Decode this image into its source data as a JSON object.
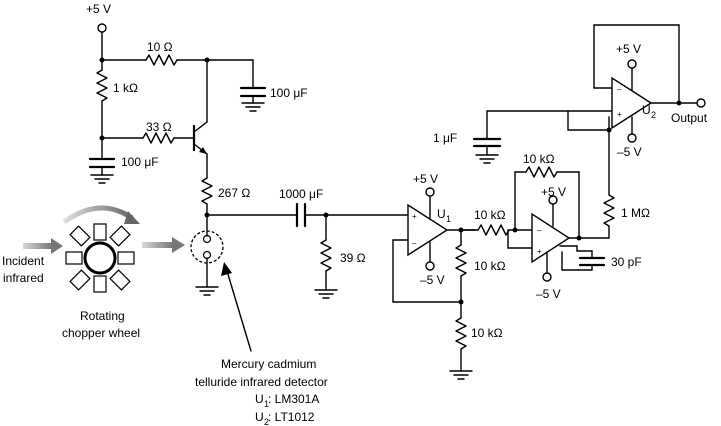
{
  "supply": {
    "plus5": "+5 V",
    "minus5": "–5 V"
  },
  "resistors": {
    "r_10ohm": "10 Ω",
    "r_1k_top": "1 kΩ",
    "r_33ohm": "33 Ω",
    "r_267ohm": "267 Ω",
    "r_39ohm": "39 Ω",
    "r_10k_feedback": "10 kΩ",
    "r_10k_input": "10 kΩ",
    "r_10k_div_upper": "10 kΩ",
    "r_10k_div_lower": "10 kΩ",
    "r_1meg": "1 MΩ"
  },
  "capacitors": {
    "c_100uf_top": "100 μF",
    "c_100uf_left": "100 μF",
    "c_1000uf": "1000 μF",
    "c_1uf": "1 μF",
    "c_30pf": "30 pF"
  },
  "opamps": {
    "u1": "U",
    "u1_sub": "1",
    "u2": "U",
    "u2_sub": "2",
    "plus": "+",
    "minus": "–"
  },
  "labels": {
    "output": "Output",
    "incident_line1": "Incident",
    "incident_line2": "infrared",
    "chopper_line1": "Rotating",
    "chopper_line2": "chopper wheel",
    "detector_line1": "Mercury cadmium",
    "detector_line2": "telluride infrared detector",
    "u1_part_prefix": "U",
    "u1_part_sub": "1",
    "u1_part": ": LM301A",
    "u2_part_prefix": "U",
    "u2_part_sub": "2",
    "u2_part": ": LT1012"
  }
}
